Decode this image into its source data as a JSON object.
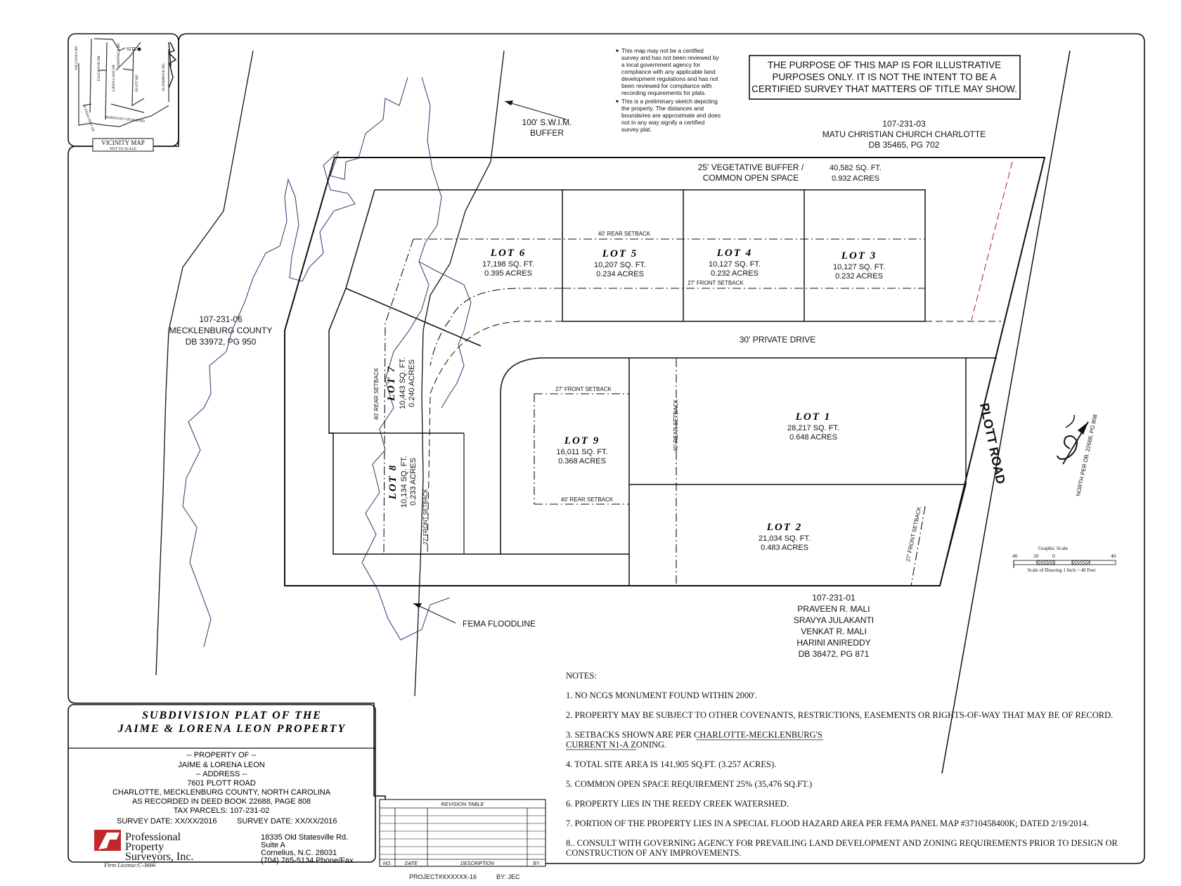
{
  "disclaimer_box": {
    "lines": [
      "THE PURPOSE OF THIS MAP IS FOR ILLUSTRATIVE",
      "PURPOSES ONLY. IT IS NOT THE INTENT TO BE A",
      "CERTIFIED SURVEY THAT MATTERS OF TITLE MAY SHOW."
    ]
  },
  "disclaimer_notes": {
    "lines": [
      "This map  may not be a certified",
      "survey and has not been reviewed by",
      "a local government agency for",
      "compliance with any applicable land",
      "development regulations and has not",
      "been reviewed for compliance with",
      "recording requirements for plats.",
      "This is a preliminary sketch depicting",
      "the property.  The distances and",
      "boundaries are approximate and does",
      "not in any way signify a certified",
      "survey plat."
    ]
  },
  "vicinity_map": {
    "title": "VICINITY MAP",
    "subtitle": "NOT TO SCALE",
    "site_label": "SITE",
    "streets": [
      "WILLOAKS RD",
      "ESLEWOOD DR",
      "LINDA LAKE DR",
      "PLOTT RD",
      "ALANBROOK RD",
      "W PARKVIEW DR",
      "ROBINSON CHURCH RD",
      "SHEFFIELD RD"
    ]
  },
  "parcels": {
    "north": {
      "id": "107-231-03",
      "owner": "MATU CHRISTIAN CHURCH CHARLOTTE",
      "deed": "DB 35465, PG 702"
    },
    "west": {
      "id": "107-231-06",
      "owner": "MECKLENBURG COUNTY",
      "deed": "DB 33972, PG 950"
    },
    "south": {
      "id": "107-231-01",
      "owners": [
        "PRAVEEN R. MALI",
        "SRAVYA JULAKANTI",
        "VENKAT R. MALI",
        "HARINI ANIREDDY"
      ],
      "deed": "DB 38472, PG 871"
    }
  },
  "swim_buffer": {
    "line1": "100' S.W.I.M.",
    "line2": "BUFFER"
  },
  "fema_label": "FEMA FLOODLINE",
  "buffer": {
    "line1": "25' VEGETATIVE BUFFER /",
    "line2": "COMMON OPEN SPACE",
    "area": "40,582 SQ. FT.",
    "acres": "0.932 ACRES"
  },
  "drive_label": "30' PRIVATE DRIVE",
  "road_label": "PLOTT ROAD",
  "north_label": "NORTH PER DB. 22688, PG 808",
  "setbacks": {
    "rear40": "40' REAR SETBACK",
    "front27": "27' FRONT SETBACK"
  },
  "lots": [
    {
      "name": "LOT 1",
      "sqft": "28,217 SQ. FT.",
      "acres": "0.648 ACRES"
    },
    {
      "name": "LOT 2",
      "sqft": "21,034 SQ. FT.",
      "acres": "0.483 ACRES"
    },
    {
      "name": "LOT 3",
      "sqft": "10,127 SQ. FT.",
      "acres": "0.232 ACRES"
    },
    {
      "name": "LOT 4",
      "sqft": "10,127 SQ. FT.",
      "acres": "0.232 ACRES"
    },
    {
      "name": "LOT 5",
      "sqft": "10,207 SQ. FT.",
      "acres": "0.234 ACRES"
    },
    {
      "name": "LOT 6",
      "sqft": "17,198 SQ. FT.",
      "acres": "0.395 ACRES"
    },
    {
      "name": "LOT 7",
      "sqft": "10,443 SQ. FT.",
      "acres": "0.240 ACRES"
    },
    {
      "name": "LOT 8",
      "sqft": "10,134 SQ. FT.",
      "acres": "0.233 ACRES"
    },
    {
      "name": "LOT 9",
      "sqft": "16,011 SQ. FT.",
      "acres": "0.368 ACRES"
    }
  ],
  "graphic_scale": {
    "title": "Graphic Scale",
    "ticks": [
      "40",
      "20",
      "0",
      "40"
    ],
    "caption": "Scale of Drawing 1 Inch = 40 Feet"
  },
  "notes": {
    "heading": "NOTES:",
    "items": [
      "1. NO NCGS MONUMENT FOUND WITHIN 2000'.",
      "2. PROPERTY MAY BE SUBJECT TO OTHER COVENANTS, RESTRICTIONS, EASEMENTS OR RIGHTS-OF-WAY THAT MAY BE OF RECORD.",
      "3. SETBACKS SHOWN ARE PER CHARLOTTE-MECKLENBURG'S",
      "CURRENT N1-A ZONING.",
      "4. TOTAL SITE AREA IS 141,905 SQ.FT. (3.257 ACRES).",
      "5. COMMON OPEN SPACE REQUIREMENT 25% (35,476 SQ.FT.)",
      "6. PROPERTY LIES IN THE REEDY CREEK WATERSHED.",
      "7. PORTION OF THE PROPERTY LIES IN A SPECIAL FLOOD HAZARD AREA PER FEMA PANEL MAP #3710458400K; DATED 2/19/2014.",
      "8.. CONSULT WITH GOVERNING AGENCY FOR PREVAILING LAND DEVELOPMENT AND ZONING REQUIREMENTS PRIOR TO DESIGN OR",
      "CONSTRUCTION OF ANY IMPROVEMENTS."
    ]
  },
  "title_block": {
    "title1": "SUBDIVISION PLAT OF THE",
    "title2": "JAIME & LORENA LEON   PROPERTY",
    "info": [
      "-- PROPERTY OF --",
      "JAIME & LORENA LEON",
      "-- ADDRESS --",
      "7601 PLOTT ROAD",
      "CHARLOTTE, MECKLENBURG COUNTY, NORTH CAROLINA",
      "AS RECORDED IN DEED BOOK 22688, PAGE 808",
      "TAX PARCELS:  107-231-02"
    ],
    "survey_date_1": "SURVEY DATE:  XX/XX/2016",
    "survey_date_2": "SURVEY DATE:  XX/XX/2016",
    "company": [
      "Professional",
      "Property",
      "Surveyors, Inc."
    ],
    "license": "Firm License:C-3666",
    "company_address": [
      "18335 Old Statesville Rd.",
      "Suite A",
      "Cornelius, N.C. 28031",
      "(704) 765-5134 Phone/Fax"
    ]
  },
  "revision_table": {
    "title": "REVISION TABLE",
    "columns": [
      "NO.",
      "DATE",
      "DESCRIPTION",
      "BY"
    ]
  },
  "footer": {
    "project": "PROJECT#XXXXXX-16",
    "by": "BY: JEC"
  }
}
